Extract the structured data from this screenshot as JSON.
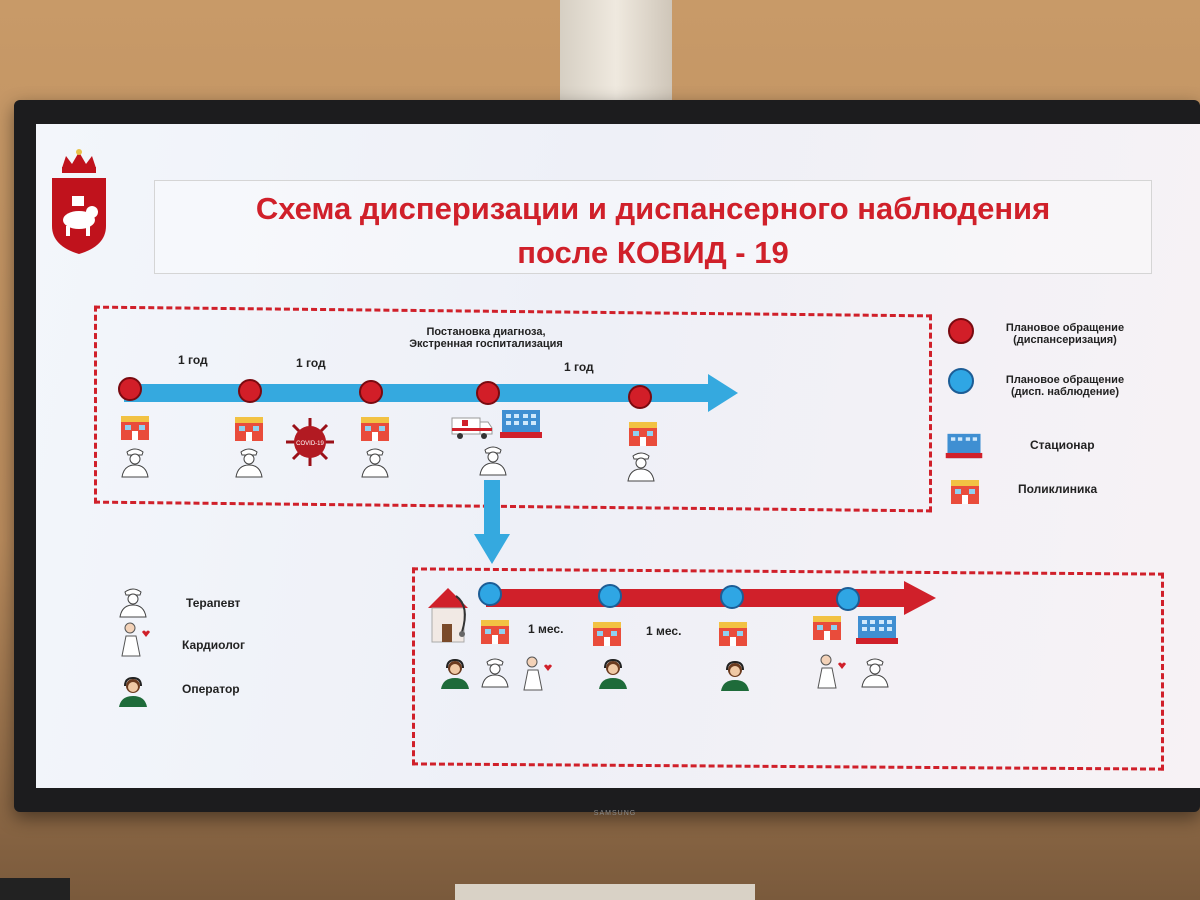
{
  "title": {
    "line1": "Схема дисперизации и диспансерного наблюдения",
    "line2": "после КОВИД - 19"
  },
  "top_timeline": {
    "intervals": [
      "1 год",
      "1 год",
      "1 год"
    ],
    "event_line1": "Постановка диагноза,",
    "event_line2": "Экстренная госпитализация"
  },
  "bottom_timeline": {
    "intervals": [
      "1 мес.",
      "1 мес."
    ]
  },
  "legend": {
    "red_dot": [
      "Плановое обращение",
      "(диспансеризация)"
    ],
    "blue_dot": [
      "Плановое обращение",
      "(дисп. наблюдение)"
    ],
    "hospital": "Стационар",
    "clinic": "Поликлиника"
  },
  "roles": {
    "therapist": "Терапевт",
    "cardiologist": "Кардиолог",
    "operator": "Оператор"
  },
  "virus_text": "COVID-19",
  "tv_brand": "SAMSUNG",
  "colors": {
    "accent_red": "#d0202a",
    "arrow_blue": "#35a9df",
    "dot_blue": "#2fa6e4"
  }
}
